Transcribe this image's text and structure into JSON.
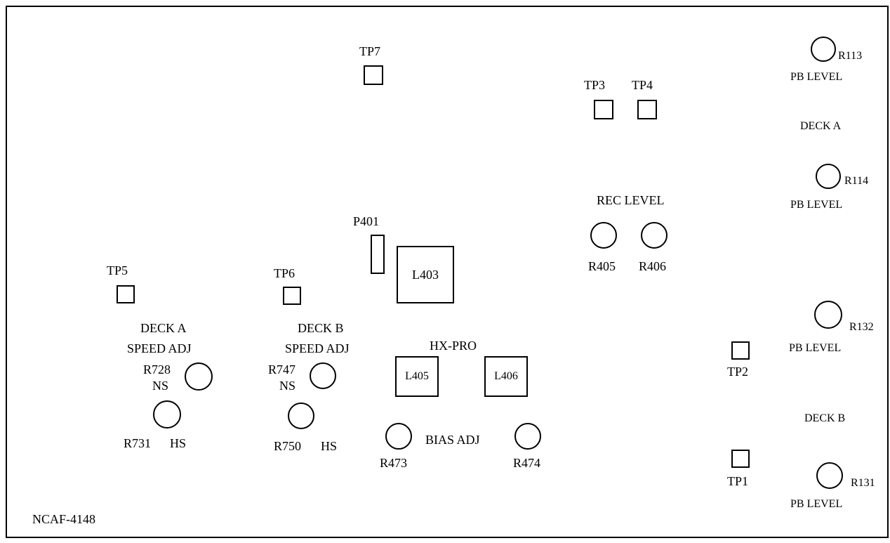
{
  "test_points": {
    "tp7": "TP7",
    "tp3": "TP3",
    "tp4": "TP4",
    "tp5": "TP5",
    "tp6": "TP6",
    "tp2": "TP2",
    "tp1": "TP1"
  },
  "connectors": {
    "p401": "P401"
  },
  "coils": {
    "l403": "L403",
    "l405": "L405",
    "l406": "L406"
  },
  "groups": {
    "rec_level": "REC LEVEL",
    "hx_pro": "HX-PRO",
    "bias_adj": "BIAS ADJ",
    "deck_a_speed_1": "DECK A",
    "deck_a_speed_2": "SPEED ADJ",
    "deck_b_speed_1": "DECK B",
    "deck_b_speed_2": "SPEED ADJ",
    "deck_a_right": "DECK A",
    "deck_b_right": "DECK B"
  },
  "resistors": {
    "r113": "R113",
    "r114": "R114",
    "r132": "R132",
    "r131": "R131",
    "r405": "R405",
    "r406": "R406",
    "r728": "R728",
    "r728_ns": "NS",
    "r747": "R747",
    "r747_ns": "NS",
    "r731": "R731",
    "r731_hs": "HS",
    "r750": "R750",
    "r750_hs": "HS",
    "r473": "R473",
    "r474": "R474"
  },
  "pb_level": {
    "r113": "PB LEVEL",
    "r114": "PB LEVEL",
    "r132": "PB LEVEL",
    "r131": "PB LEVEL"
  },
  "drawing_id": "NCAF-4148"
}
